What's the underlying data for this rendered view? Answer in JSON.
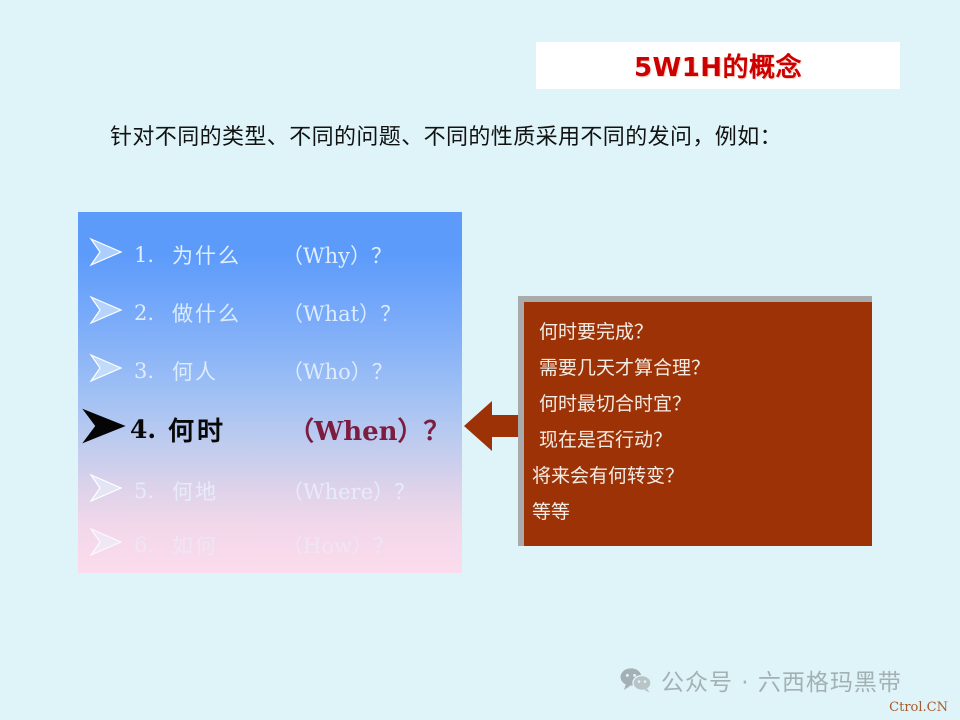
{
  "slide": {
    "background_color": "#dff4f8",
    "title": "5W1H的概念",
    "title_color": "#cc0000",
    "subtitle": "针对不同的类型、不同的问题、不同的性质采用不同的发问，例如："
  },
  "question_box": {
    "gradient_top_color": "#5d9bfb",
    "gradient_bottom_color": "#fbdcec",
    "items": [
      {
        "num": "1.",
        "cn": "为什么",
        "en": "（Why）？",
        "state": "faded",
        "bullet_icon": "hollow-arrowhead-bullet-icon"
      },
      {
        "num": "2.",
        "cn": "做什么",
        "en": "（What）？",
        "state": "faded",
        "bullet_icon": "hollow-arrowhead-bullet-icon"
      },
      {
        "num": "3.",
        "cn": "何人",
        "en": "（Who）？",
        "state": "faded",
        "bullet_icon": "hollow-arrowhead-bullet-icon"
      },
      {
        "num": "4.",
        "cn": "何时",
        "en": "（When）？",
        "state": "highlighted",
        "bullet_icon": "filled-arrowhead-bullet-icon"
      },
      {
        "num": "5.",
        "cn": "何地",
        "en": "（Where）？",
        "state": "faded",
        "bullet_icon": "hollow-arrowhead-bullet-icon"
      },
      {
        "num": "6.",
        "cn": "如何",
        "en": "（How）？",
        "state": "faded",
        "bullet_icon": "hollow-arrowhead-bullet-icon"
      }
    ],
    "highlight_cn_color": "#080808",
    "highlight_en_color": "#7c1c3f"
  },
  "connector": {
    "icon": "left-block-arrow-icon",
    "color": "#9d3207"
  },
  "answer_box": {
    "background_color": "#9d3207",
    "text_color": "#f3ece4",
    "lines": [
      "何时要完成？",
      "需要几天才算合理？",
      "何时最切合时宜？",
      "现在是否行动？",
      "将来会有何转变？",
      "等等"
    ]
  },
  "footer": {
    "icon": "wechat-icon",
    "text": "公众号 · 六西格玛黑带",
    "text_color": "#a3b0b4",
    "credit": "Ctrol.CN",
    "credit_color": "#a85a2a"
  }
}
